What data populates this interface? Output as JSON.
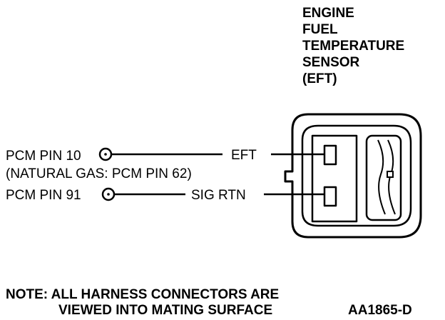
{
  "sensor": {
    "title_lines": [
      "ENGINE",
      "FUEL",
      "TEMPERATURE",
      "SENSOR",
      "(EFT)"
    ]
  },
  "pins": [
    {
      "pcm_label": "PCM PIN 10",
      "signal": "EFT",
      "note": "(NATURAL GAS: PCM PIN 62)"
    },
    {
      "pcm_label": "PCM PIN 91",
      "signal": "SIG RTN"
    }
  ],
  "footer": {
    "note_lines": [
      "NOTE: ALL HARNESS CONNECTORS ARE",
      "VIEWED INTO MATING SURFACE"
    ],
    "figure_id": "AA1865-D"
  },
  "colors": {
    "ink": "#000000",
    "paper": "#ffffff"
  }
}
